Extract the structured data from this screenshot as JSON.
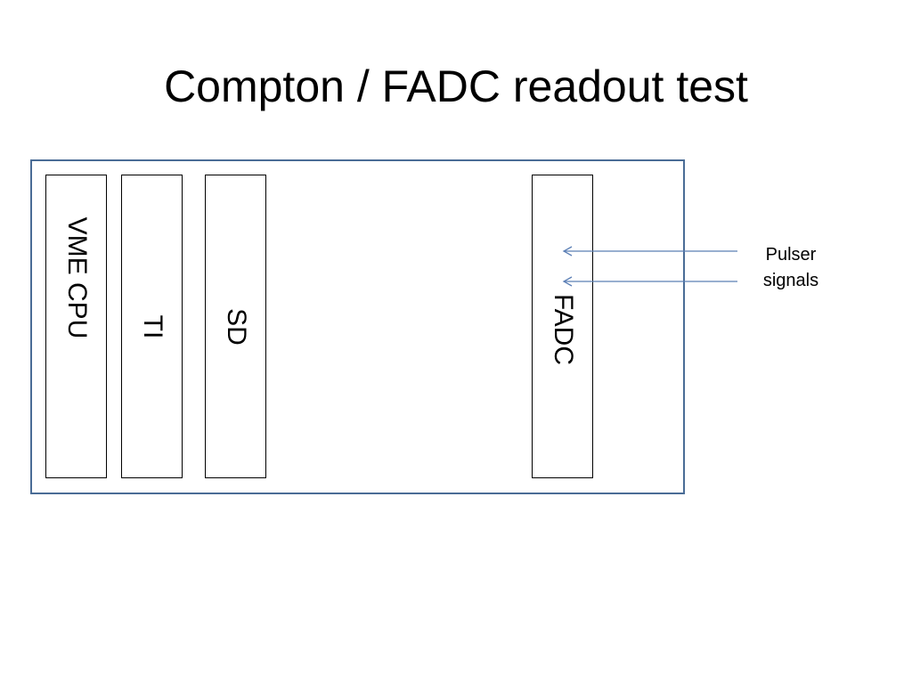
{
  "slide": {
    "title": "Compton / FADC readout test"
  },
  "crate": {
    "modules": [
      {
        "id": "vme",
        "label": "VME CPU"
      },
      {
        "id": "ti",
        "label": "TI"
      },
      {
        "id": "sd",
        "label": "SD"
      },
      {
        "id": "fadc",
        "label": "FADC"
      }
    ]
  },
  "signals": {
    "label_line1": "Pulser",
    "label_line2": "signals"
  },
  "colors": {
    "crate_border": "#4a6c96",
    "arrow": "#5b7fb5",
    "module_border": "#000000",
    "text": "#000000"
  }
}
